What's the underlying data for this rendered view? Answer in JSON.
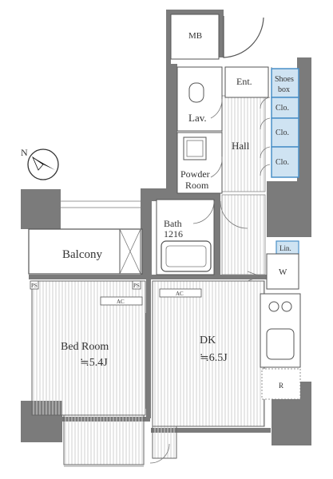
{
  "floor_plan": {
    "rooms": {
      "mb": "MB",
      "ent": "Ent.",
      "shoes_box_line1": "Shoes",
      "shoes_box_line2": "box",
      "clo1": "Clo.",
      "clo2": "Clo.",
      "clo3": "Clo.",
      "lav": "Lav.",
      "hall": "Hall",
      "powder_line1": "Powder",
      "powder_line2": "Room",
      "bath_line1": "Bath",
      "bath_line2": "1216",
      "lin": "Lin.",
      "washer": "W",
      "balcony": "Balcony",
      "bedroom_name": "Bed Room",
      "bedroom_size": "≒5.4J",
      "dk_name": "DK",
      "dk_size": "≒6.5J",
      "fridge": "R",
      "ps1": "PS",
      "ps2": "PS",
      "ac1": "AC",
      "ac2": "AC"
    },
    "compass": {
      "label": "N",
      "icon": "north-arrow-icon"
    },
    "colors": {
      "wall": "#7b7b7b",
      "storage_fill": "#cfe3f2",
      "storage_border": "#4a90c8",
      "floor_stripe": "#cfcfcf"
    }
  }
}
